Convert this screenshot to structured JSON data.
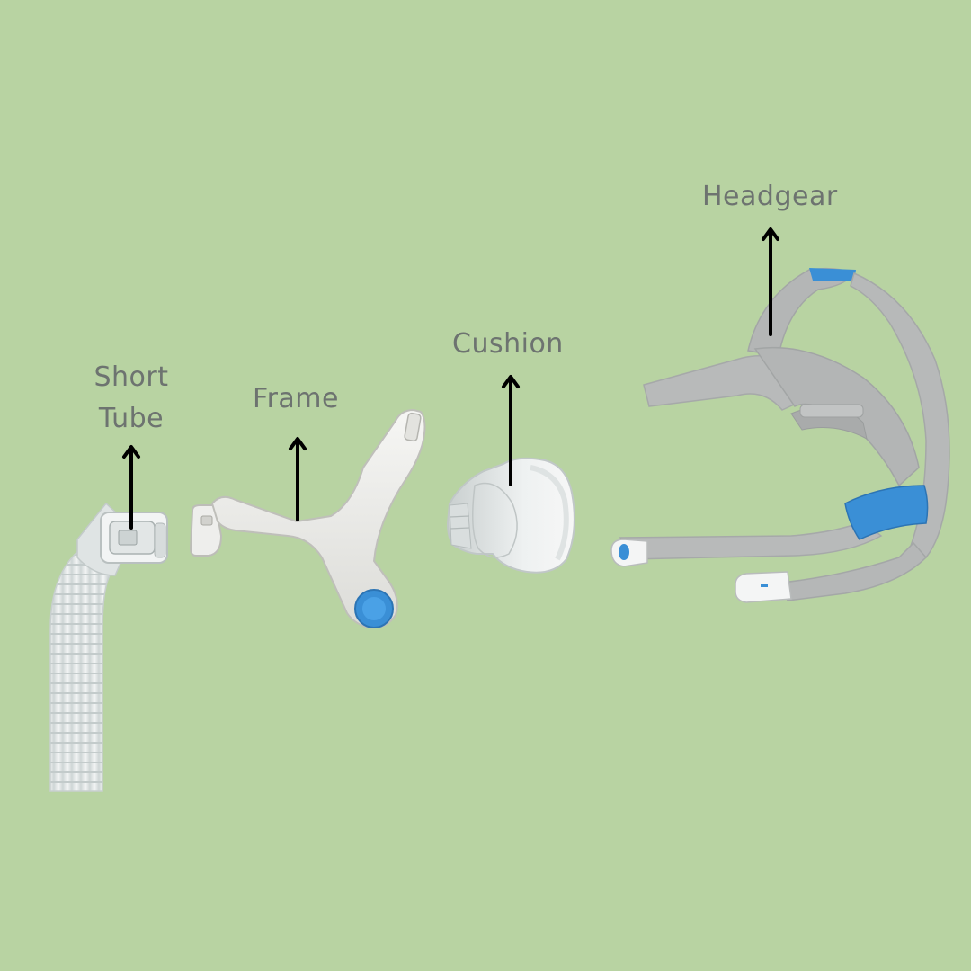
{
  "diagram": {
    "background_color": "#b8d3a2",
    "label_color": "#6d7370",
    "arrow_color": "#000000",
    "accent_color": "#3a8fd6",
    "components": [
      {
        "id": "short-tube",
        "label_line1": "Short",
        "label_line2": "Tube"
      },
      {
        "id": "frame",
        "label": "Frame"
      },
      {
        "id": "cushion",
        "label": "Cushion"
      },
      {
        "id": "headgear",
        "label": "Headgear"
      }
    ]
  }
}
